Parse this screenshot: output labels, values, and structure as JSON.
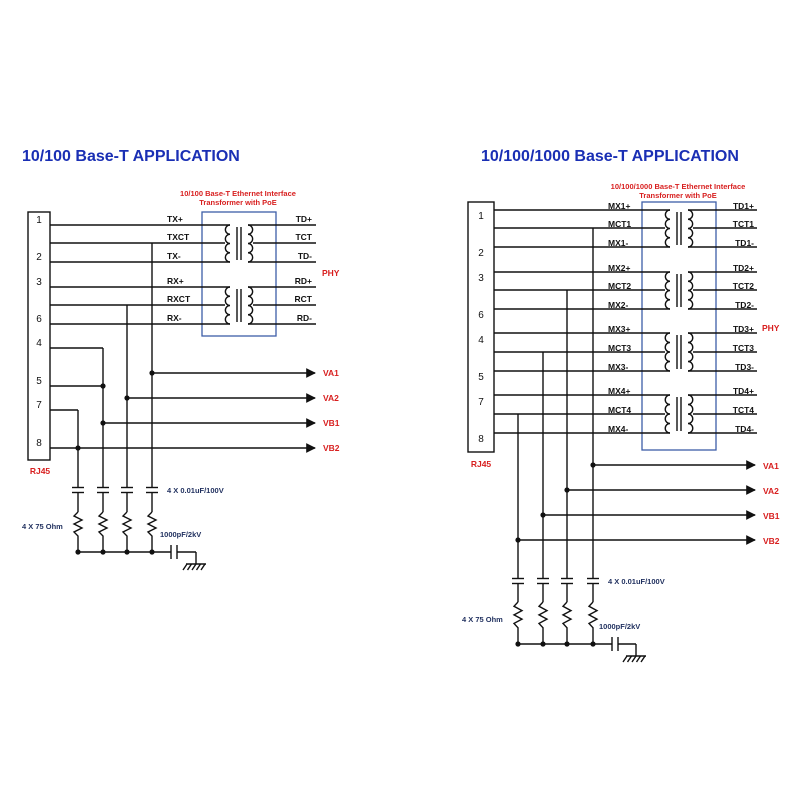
{
  "left": {
    "title": "10/100  Base-T  APPLICATION",
    "transformer_caption": [
      "10/100 Base-T Ethernet Interface",
      "Transformer with PoE"
    ],
    "connector_label": "RJ45",
    "connector_pins": [
      "1",
      "2",
      "3",
      "6",
      "4",
      "5",
      "7",
      "8"
    ],
    "line_side_signals": [
      "TX+",
      "TXCT",
      "TX-",
      "RX+",
      "RXCT",
      "RX-"
    ],
    "phy_side_signals": [
      "TD+",
      "TCT",
      "TD-",
      "RD+",
      "RCT",
      "RD-"
    ],
    "phy_label": "PHY",
    "power_outputs": [
      "VA1",
      "VA2",
      "VB1",
      "VB2"
    ],
    "capacitor_note": "4 X 0.01uF/100V",
    "resistor_note": "4 X 75 Ohm",
    "hv_cap_note": "1000pF/2kV"
  },
  "right": {
    "title": "10/100/1000  Base-T  APPLICATION",
    "transformer_caption": [
      "10/100/1000 Base-T Ethernet Interface",
      "Transformer with PoE"
    ],
    "connector_label": "RJ45",
    "connector_pins": [
      "1",
      "2",
      "3",
      "6",
      "4",
      "5",
      "7",
      "8"
    ],
    "line_side_signals": [
      "MX1+",
      "MCT1",
      "MX1-",
      "MX2+",
      "MCT2",
      "MX2-",
      "MX3+",
      "MCT3",
      "MX3-",
      "MX4+",
      "MCT4",
      "MX4-"
    ],
    "phy_side_signals": [
      "TD1+",
      "TCT1",
      "TD1-",
      "TD2+",
      "TCT2",
      "TD2-",
      "TD3+",
      "TCT3",
      "TD3-",
      "TD4+",
      "TCT4",
      "TD4-"
    ],
    "phy_label": "PHY",
    "power_outputs": [
      "VA1",
      "VA2",
      "VB1",
      "VB2"
    ],
    "capacitor_note": "4 X 0.01uF/100V",
    "resistor_note": "4 X 75 Ohm",
    "hv_cap_note": "1000pF/2kV"
  }
}
